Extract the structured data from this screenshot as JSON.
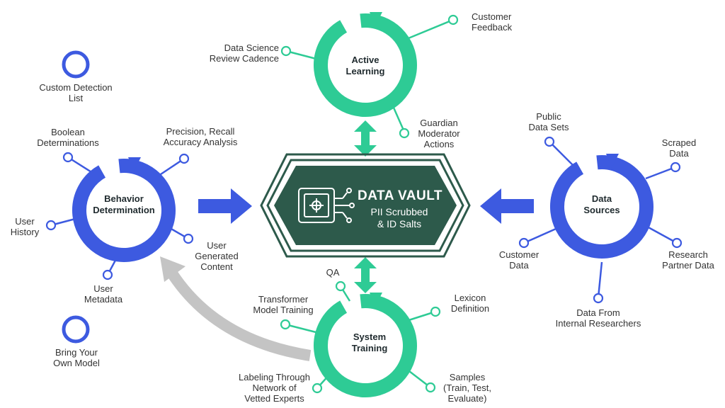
{
  "colors": {
    "teal": "#2ecb95",
    "blue": "#3d5ae0",
    "vault": "#2d5a4b",
    "arrow_gray": "#c4c4c4",
    "text": "#333333"
  },
  "vault": {
    "title": "DATA VAULT",
    "subtitle_line1": "PII Scrubbed",
    "subtitle_line2": "& ID Salts",
    "icon": "circuit-chip-icon"
  },
  "hubs": {
    "active_learning": {
      "line1": "Active",
      "line2": "Learning"
    },
    "behavior": {
      "line1": "Behavior",
      "line2": "Determination"
    },
    "data_sources": {
      "line1": "Data",
      "line2": "Sources"
    },
    "system_training": {
      "line1": "System",
      "line2": "Training"
    }
  },
  "standalone": {
    "custom_detection": {
      "line1": "Custom Detection",
      "line2": "List"
    },
    "byom": {
      "line1": "Bring Your",
      "line2": "Own Model"
    }
  },
  "nodes": {
    "active_learning": {
      "ds_review": {
        "line1": "Data Science",
        "line2": "Review Cadence"
      },
      "feedback": {
        "line1": "Customer",
        "line2": "Feedback"
      },
      "guardian": {
        "line1": "Guardian",
        "line2": "Moderator",
        "line3": "Actions"
      }
    },
    "behavior": {
      "boolean": {
        "line1": "Boolean",
        "line2": "Determinations"
      },
      "precision": {
        "line1": "Precision, Recall",
        "line2": "Accuracy Analysis"
      },
      "history": {
        "line1": "User",
        "line2": "History"
      },
      "ugc": {
        "line1": "User",
        "line2": "Generated",
        "line3": "Content"
      },
      "metadata": {
        "line1": "User",
        "line2": "Metadata"
      }
    },
    "data_sources": {
      "public": {
        "line1": "Public",
        "line2": "Data Sets"
      },
      "scraped": {
        "line1": "Scraped",
        "line2": "Data"
      },
      "customer": {
        "line1": "Customer",
        "line2": "Data"
      },
      "research": {
        "line1": "Research",
        "line2": "Partner Data"
      },
      "internal": {
        "line1": "Data From",
        "line2": "Internal Researchers"
      }
    },
    "system_training": {
      "qa": {
        "line1": "QA"
      },
      "transformer": {
        "line1": "Transformer",
        "line2": "Model Training"
      },
      "lexicon": {
        "line1": "Lexicon",
        "line2": "Definition"
      },
      "labeling": {
        "line1": "Labeling Through",
        "line2": "Network of",
        "line3": "Vetted Experts"
      },
      "samples": {
        "line1": "Samples",
        "line2": "(Train, Test,",
        "line3": "Evaluate)"
      }
    }
  }
}
